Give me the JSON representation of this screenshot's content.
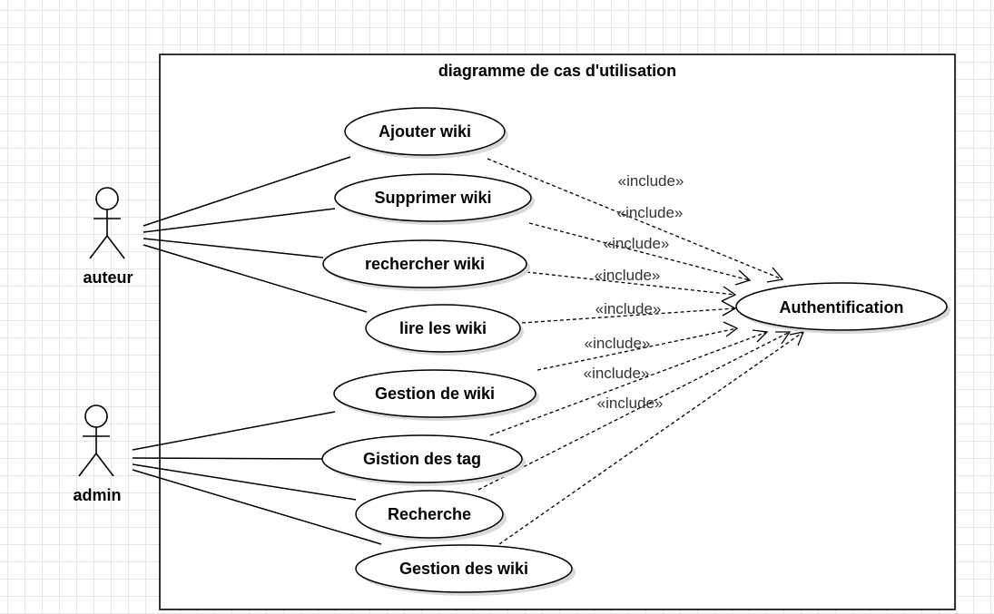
{
  "diagram": {
    "title": "diagramme de cas d'utilisation",
    "actors": [
      {
        "id": "auteur",
        "label": "auteur"
      },
      {
        "id": "admin",
        "label": "admin"
      }
    ],
    "use_cases": [
      {
        "id": "ajouter-wiki",
        "label": "Ajouter wiki"
      },
      {
        "id": "supprimer-wiki",
        "label": "Supprimer wiki"
      },
      {
        "id": "rechercher-wiki",
        "label": "rechercher wiki"
      },
      {
        "id": "lire-les-wiki",
        "label": "lire les wiki"
      },
      {
        "id": "gestion-de-wiki",
        "label": "Gestion de wiki"
      },
      {
        "id": "gistion-des-tag",
        "label": "Gistion des tag"
      },
      {
        "id": "recherche",
        "label": "Recherche"
      },
      {
        "id": "gestion-des-wiki",
        "label": "Gestion des wiki"
      },
      {
        "id": "authentification",
        "label": "Authentification"
      }
    ],
    "associations": [
      {
        "actor": "auteur",
        "use_case": "ajouter-wiki"
      },
      {
        "actor": "auteur",
        "use_case": "supprimer-wiki"
      },
      {
        "actor": "auteur",
        "use_case": "rechercher-wiki"
      },
      {
        "actor": "auteur",
        "use_case": "lire-les-wiki"
      },
      {
        "actor": "admin",
        "use_case": "gestion-de-wiki"
      },
      {
        "actor": "admin",
        "use_case": "gistion-des-tag"
      },
      {
        "actor": "admin",
        "use_case": "recherche"
      },
      {
        "actor": "admin",
        "use_case": "gestion-des-wiki"
      }
    ],
    "includes": [
      {
        "from": "ajouter-wiki",
        "to": "authentification",
        "stereotype": "«include»"
      },
      {
        "from": "supprimer-wiki",
        "to": "authentification",
        "stereotype": "«include»"
      },
      {
        "from": "rechercher-wiki",
        "to": "authentification",
        "stereotype": "«include»"
      },
      {
        "from": "lire-les-wiki",
        "to": "authentification",
        "stereotype": "«include»"
      },
      {
        "from": "gestion-de-wiki",
        "to": "authentification",
        "stereotype": "«include»"
      },
      {
        "from": "gistion-des-tag",
        "to": "authentification",
        "stereotype": "«include»"
      },
      {
        "from": "recherche",
        "to": "authentification",
        "stereotype": "«include»"
      },
      {
        "from": "gestion-des-wiki",
        "to": "authentification",
        "stereotype": "«include»"
      }
    ]
  }
}
